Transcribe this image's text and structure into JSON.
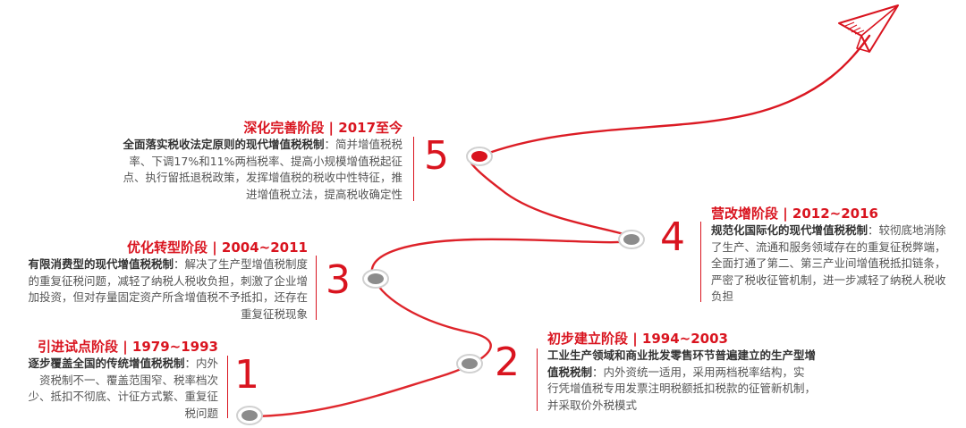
{
  "colors": {
    "accent": "#d9141f",
    "node_fill": "#8c8c8c",
    "node_active": "#d9141f",
    "text": "#555555"
  },
  "icons": {
    "end": "paper-plane-icon"
  },
  "active_stage": 5,
  "stages": [
    {
      "number": "1",
      "title": "引进试点阶段 | 1979~1993",
      "lead": "逐步覆盖全国的传统增值税税制",
      "text": "：内外资税制不一、覆盖范围窄、税率档次少、抵扣不彻底、计征方式繁、重复征税问题"
    },
    {
      "number": "2",
      "title": "初步建立阶段 | 1994~2003",
      "lead": "工业生产领域和商业批发零售环节普遍建立的生产型增值税税制",
      "text": "：内外资统一适用，采用两档税率结构，实行凭增值税专用发票注明税额抵扣税款的征管新机制，并采取价外税模式"
    },
    {
      "number": "3",
      "title": "优化转型阶段 | 2004~2011",
      "lead": "有限消费型的现代增值税税制",
      "text": "：解决了生产型增值税制度的重复征税问题，减轻了纳税人税收负担，刺激了企业增加投资，但对存量固定资产所含增值税不予抵扣，还存在重复征税现象"
    },
    {
      "number": "4",
      "title": "营改增阶段 | 2012~2016",
      "lead": "规范化国际化的现代增值税税制",
      "text": "：较彻底地消除了生产、流通和服务领域存在的重复征税弊端，全面打通了第二、第三产业间增值税抵扣链条，严密了税收征管机制，进一步减轻了纳税人税收负担"
    },
    {
      "number": "5",
      "title": "深化完善阶段 | 2017至今",
      "lead": "全面落实税收法定原则的现代增值税税制",
      "text": "：简并增值税税率、下调17%和11%两档税率、提高小规模增值税起征点、执行留抵退税政策，发挥增值税的税收中性特征，推进增值税立法，提高税收确定性"
    }
  ]
}
